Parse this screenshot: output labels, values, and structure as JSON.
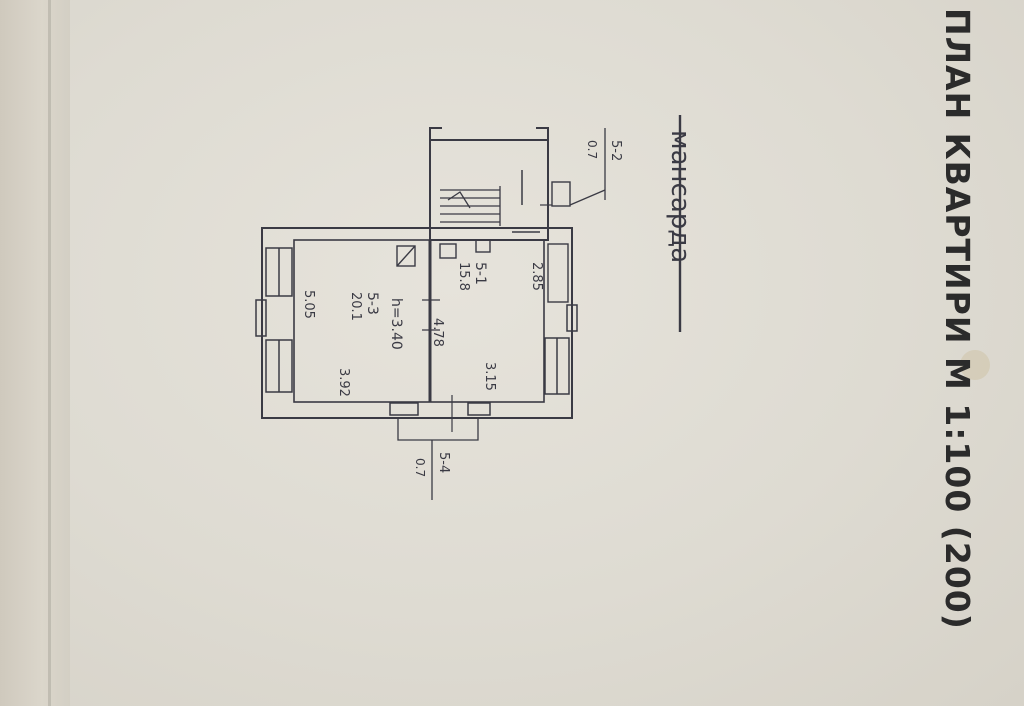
{
  "document": {
    "title": "ПЛАН КВАРТИРИ М 1:100 (200)",
    "floor_label": "мансарда"
  },
  "plan": {
    "room_1": {
      "id": "5-1",
      "area": "15.8",
      "width": "3.15",
      "depth": "2.85"
    },
    "room_2": {
      "id": "5-3",
      "area": "20.1",
      "width": "3.92",
      "depth": "5.05",
      "height": "h=3.40"
    },
    "partition": "4.78",
    "entry_top": {
      "id": "5-2",
      "size": "0.7"
    },
    "entry_bottom": {
      "id": "5-4",
      "size": "0.7"
    }
  },
  "colors": {
    "ink": "#3a3a44",
    "paper": "#e2dfd7",
    "title": "#2b2b2b"
  }
}
